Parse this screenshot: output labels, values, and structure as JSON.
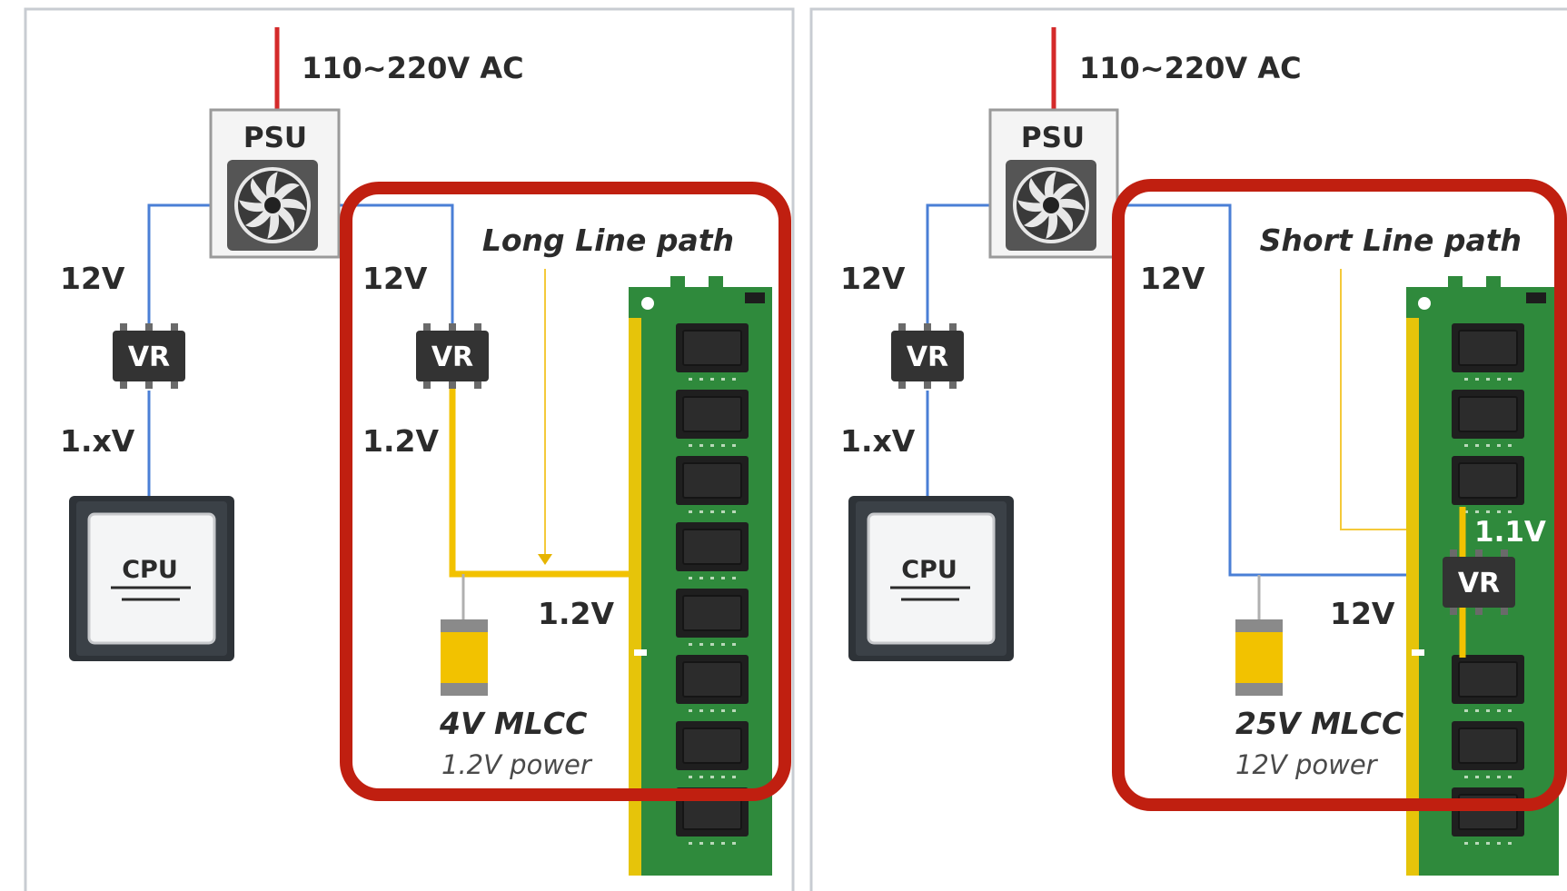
{
  "panels": [
    {
      "ac_label": "110~220V AC",
      "psu_label": "PSU",
      "left_12v": "12V",
      "left_vr": "VR",
      "left_out": "1.xV",
      "cpu_label": "CPU",
      "right_12v": "12V",
      "right_vr": "VR",
      "right_out": "1.2V",
      "path_label": "Long Line path",
      "bus_voltage": "1.2V",
      "cap_label": "4V MLCC",
      "cap_sub": "1.2V power"
    },
    {
      "ac_label": "110~220V AC",
      "psu_label": "PSU",
      "left_12v": "12V",
      "left_vr": "VR",
      "left_out": "1.xV",
      "cpu_label": "CPU",
      "right_12v": "12V",
      "path_label": "Short Line path",
      "bus_voltage": "12V",
      "cap_label": "25V MLCC",
      "cap_sub": "12V power",
      "module_vr": "VR",
      "module_out": "1.1V"
    }
  ],
  "colors": {
    "ac_line": "#d42a2a",
    "v12_line": "#4a7fd6",
    "v_low_line": "#f2c200",
    "highlight_box": "#c01f10",
    "pcb_green": "#2f8a3c",
    "gold_contacts": "#e6c40a"
  }
}
